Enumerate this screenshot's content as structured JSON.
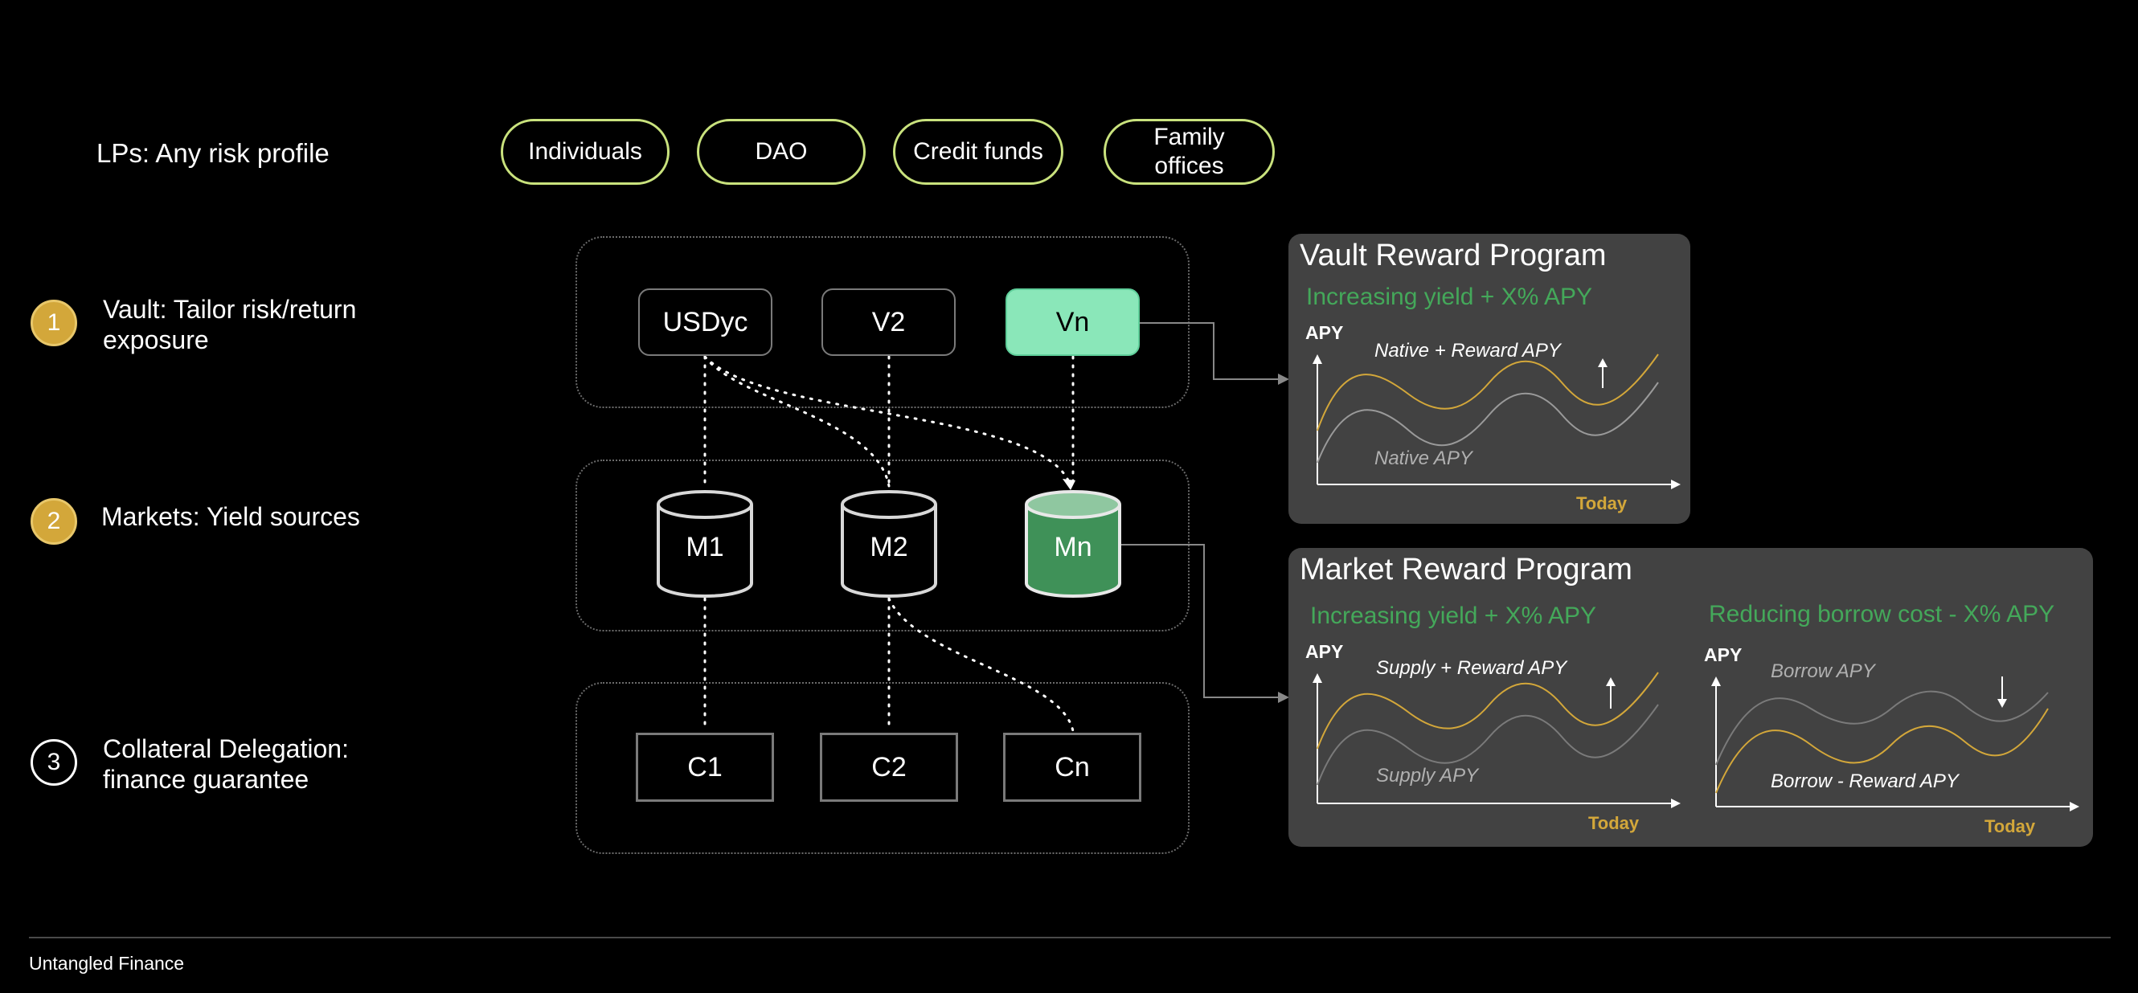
{
  "lps": {
    "title": "LPs: Any risk profile",
    "pills": [
      "Individuals",
      "DAO",
      "Credit funds",
      "Family\noffices"
    ]
  },
  "steps": [
    {
      "number": "1",
      "label": "Vault: Tailor risk/return exposure"
    },
    {
      "number": "2",
      "label": "Markets: Yield sources"
    },
    {
      "number": "3",
      "label": "Collateral Delegation: finance guarantee"
    }
  ],
  "vaults": [
    "USDyc",
    "V2",
    "Vn"
  ],
  "markets": [
    "M1",
    "M2",
    "Mn"
  ],
  "collaterals": [
    "C1",
    "C2",
    "Cn"
  ],
  "vault_reward": {
    "title": "Vault Reward Program",
    "subtitle": "Increasing yield + X% APY",
    "y_axis": "APY",
    "top_curve": "Native + Reward APY",
    "bottom_curve": "Native APY",
    "x_marker": "Today"
  },
  "market_reward": {
    "title": "Market Reward Program",
    "supply": {
      "subtitle": "Increasing yield + X% APY",
      "y_axis": "APY",
      "top_curve": "Supply + Reward APY",
      "bottom_curve": "Supply APY",
      "x_marker": "Today"
    },
    "borrow": {
      "subtitle": "Reducing borrow cost - X% APY",
      "y_axis": "APY",
      "top_curve": "Borrow APY",
      "bottom_curve": "Borrow - Reward APY",
      "x_marker": "Today"
    }
  },
  "colors": {
    "pill_border": "#c9e27d",
    "gold": "#d3a73a",
    "active_vault": "#8ae7b9",
    "active_market": "#3f9158",
    "green_text": "#44a85a"
  },
  "footer": "Untangled Finance"
}
